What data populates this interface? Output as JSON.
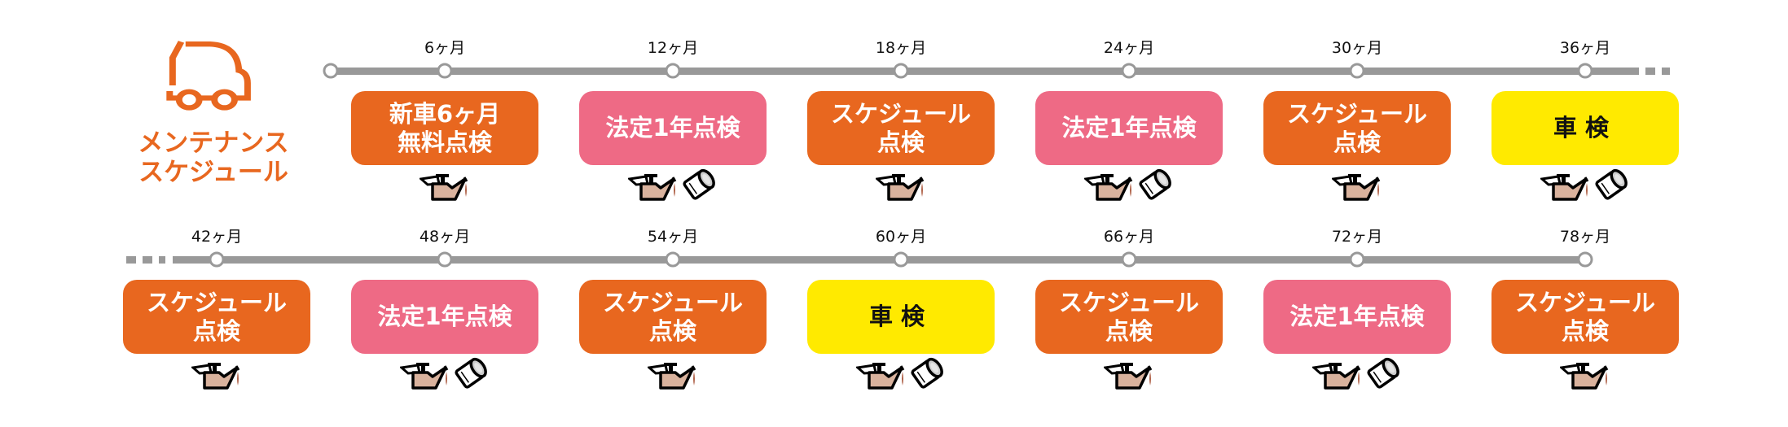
{
  "header": {
    "title_line1": "メンテナンス",
    "title_line2": "スケジュール",
    "icon": "car-icon"
  },
  "colors": {
    "orange": "#e8671f",
    "pink": "#ee6a85",
    "yellow": "#ffea00",
    "line": "#999999"
  },
  "rows": [
    {
      "milestones": [
        {
          "label": "6ヶ月",
          "lines": [
            "新車6ヶ月",
            "無料点検"
          ],
          "type": "orange",
          "icons": [
            "oil-can-icon"
          ]
        },
        {
          "label": "12ヶ月",
          "lines": [
            "法定1年点検"
          ],
          "type": "pink",
          "icons": [
            "oil-can-icon",
            "oil-filter-icon"
          ]
        },
        {
          "label": "18ヶ月",
          "lines": [
            "スケジュール",
            "点検"
          ],
          "type": "orange",
          "icons": [
            "oil-can-icon"
          ]
        },
        {
          "label": "24ヶ月",
          "lines": [
            "法定1年点検"
          ],
          "type": "pink",
          "icons": [
            "oil-can-icon",
            "oil-filter-icon"
          ]
        },
        {
          "label": "30ヶ月",
          "lines": [
            "スケジュール",
            "点検"
          ],
          "type": "orange",
          "icons": [
            "oil-can-icon"
          ]
        },
        {
          "label": "36ヶ月",
          "lines": [
            "車検"
          ],
          "type": "yellow",
          "icons": [
            "oil-can-icon",
            "oil-filter-icon"
          ]
        }
      ]
    },
    {
      "milestones": [
        {
          "label": "42ヶ月",
          "lines": [
            "スケジュール",
            "点検"
          ],
          "type": "orange",
          "icons": [
            "oil-can-icon"
          ]
        },
        {
          "label": "48ヶ月",
          "lines": [
            "法定1年点検"
          ],
          "type": "pink",
          "icons": [
            "oil-can-icon",
            "oil-filter-icon"
          ]
        },
        {
          "label": "54ヶ月",
          "lines": [
            "スケジュール",
            "点検"
          ],
          "type": "orange",
          "icons": [
            "oil-can-icon"
          ]
        },
        {
          "label": "60ヶ月",
          "lines": [
            "車検"
          ],
          "type": "yellow",
          "icons": [
            "oil-can-icon",
            "oil-filter-icon"
          ]
        },
        {
          "label": "66ヶ月",
          "lines": [
            "スケジュール",
            "点検"
          ],
          "type": "orange",
          "icons": [
            "oil-can-icon"
          ]
        },
        {
          "label": "72ヶ月",
          "lines": [
            "法定1年点検"
          ],
          "type": "pink",
          "icons": [
            "oil-can-icon",
            "oil-filter-icon"
          ]
        },
        {
          "label": "78ヶ月",
          "lines": [
            "スケジュール",
            "点検"
          ],
          "type": "orange",
          "icons": [
            "oil-can-icon"
          ]
        }
      ]
    }
  ]
}
